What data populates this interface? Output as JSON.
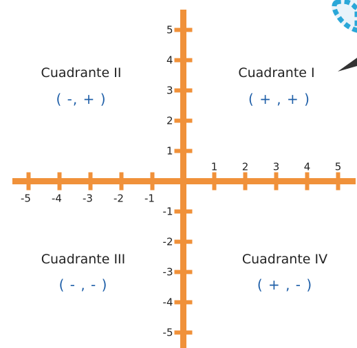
{
  "colors": {
    "axis": "#f0913a",
    "sign_text": "#1f5fa8",
    "label_text": "#222222",
    "mascot_blue": "#2aa7d8",
    "mascot_dark": "#333333"
  },
  "axes": {
    "x_ticks": [
      -5,
      -4,
      -3,
      -2,
      -1,
      1,
      2,
      3,
      4,
      5
    ],
    "x_tick_labels": [
      "-5",
      "-4",
      "-3",
      "-2",
      "-1",
      "1",
      "2",
      "3",
      "4",
      "5"
    ],
    "y_ticks": [
      5,
      4,
      3,
      2,
      1,
      -1,
      -2,
      -3,
      -4,
      -5
    ],
    "y_tick_labels": [
      "5",
      "4",
      "3",
      "2",
      "1",
      "-1",
      "-2",
      "-3",
      "-4",
      "-5"
    ]
  },
  "quadrants": {
    "q1": {
      "name": "Cuadrante I",
      "signs": "( + , + )"
    },
    "q2": {
      "name": "Cuadrante II",
      "signs": "( -, + )"
    },
    "q3": {
      "name": "Cuadrante III",
      "signs": "( - , - )"
    },
    "q4": {
      "name": "Cuadrante IV",
      "signs": "( + , - )"
    }
  },
  "decoration": {
    "mascot_icon": "mascot-partial-icon"
  }
}
